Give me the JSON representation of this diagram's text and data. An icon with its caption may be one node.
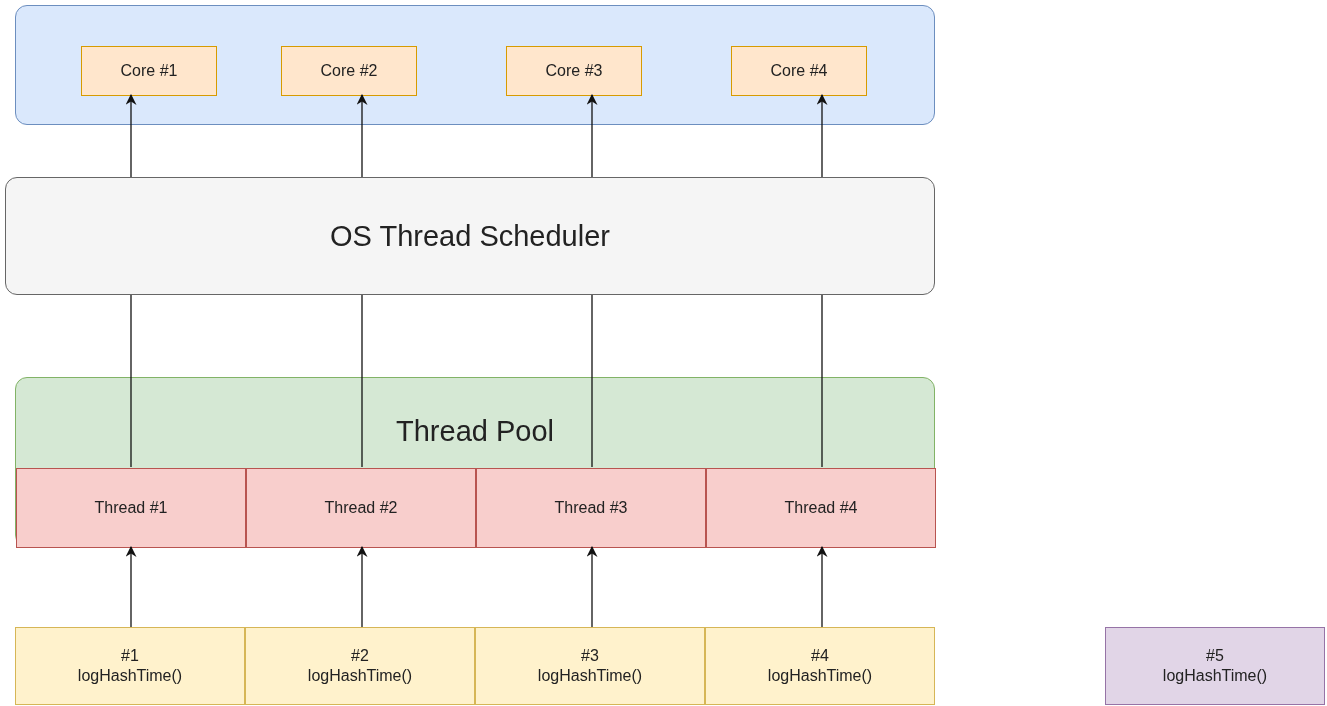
{
  "diagram": {
    "nodes": [
      {
        "text": [],
        "shape": "box"
      },
      {
        "text": [
          "Core #1"
        ],
        "in": 0
      },
      {
        "text": [
          "Core #2"
        ],
        "in": 0
      },
      {
        "text": [
          "Core #3"
        ],
        "in": 0
      },
      {
        "text": [
          "Core #4"
        ],
        "in": 0
      },
      {
        "text": [
          "OS Thread Scheduler"
        ]
      },
      {
        "text": [
          "Thread Pool"
        ]
      },
      {
        "text": [
          "Thread #1"
        ],
        "in": 6
      },
      {
        "text": [
          "Thread #2"
        ],
        "in": 6
      },
      {
        "text": [
          "Thread #3"
        ],
        "in": 6
      },
      {
        "text": [
          "Thread #4"
        ],
        "in": 6
      },
      {
        "text": [
          "#1 logHashTime()"
        ]
      },
      {
        "text": [
          "#2 logHashTime()"
        ]
      },
      {
        "text": [
          "#3 logHashTime()"
        ]
      },
      {
        "text": [
          "#4 logHashTime()"
        ]
      },
      {
        "text": [
          "#5 logHashTime()"
        ]
      }
    ],
    "edges": [
      {
        "from": 11,
        "to": 7,
        "arrow": "to"
      },
      {
        "from": 12,
        "to": 8,
        "arrow": "to"
      },
      {
        "from": 13,
        "to": 9,
        "arrow": "to"
      },
      {
        "from": 14,
        "to": 10,
        "arrow": "to"
      },
      {
        "from": 7,
        "to": 5,
        "arrow": "none"
      },
      {
        "from": 8,
        "to": 5,
        "arrow": "none"
      },
      {
        "from": 9,
        "to": 5,
        "arrow": "none"
      },
      {
        "from": 10,
        "to": 5,
        "arrow": "none"
      },
      {
        "from": 5,
        "to": 1,
        "arrow": "to"
      },
      {
        "from": 5,
        "to": 2,
        "arrow": "to"
      },
      {
        "from": 5,
        "to": 3,
        "arrow": "to"
      },
      {
        "from": 5,
        "to": 4,
        "arrow": "to"
      }
    ]
  }
}
